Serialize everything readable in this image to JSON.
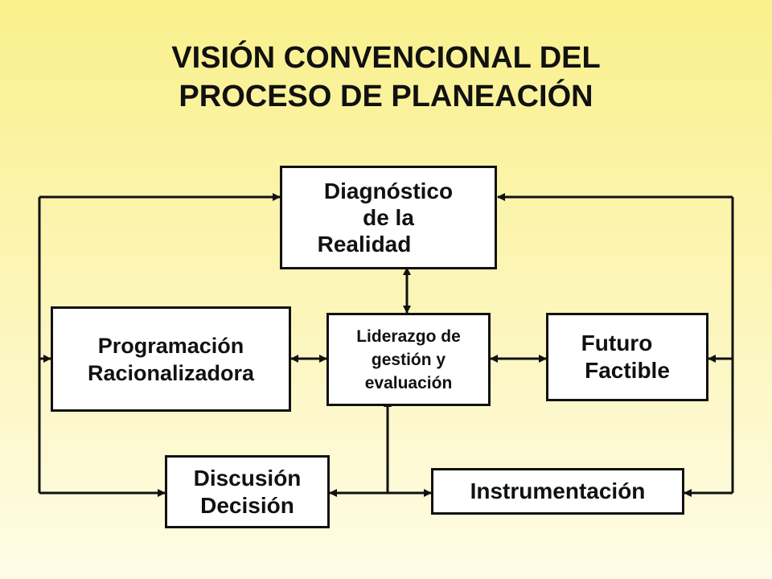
{
  "title": {
    "line1": "VISIÓN CONVENCIONAL DEL",
    "line2": "PROCESO DE PLANEACIÓN"
  },
  "boxes": {
    "diagnostico": [
      "Diagnóstico",
      "de la",
      "Realidad"
    ],
    "programacion": [
      "Programación",
      "Racionalizadora"
    ],
    "liderazgo": [
      "Liderazgo de",
      "gestión y",
      "evaluación"
    ],
    "futuro": [
      "Futuro",
      "Factible"
    ],
    "discusion": [
      "Discusión",
      "Decisión"
    ],
    "instrumentacion": [
      "Instrumentación"
    ]
  },
  "colors": {
    "background_top": "#FAF08C",
    "background_bottom": "#FEFCE6",
    "box_fill": "#FFFFFF",
    "line": "#111111"
  }
}
